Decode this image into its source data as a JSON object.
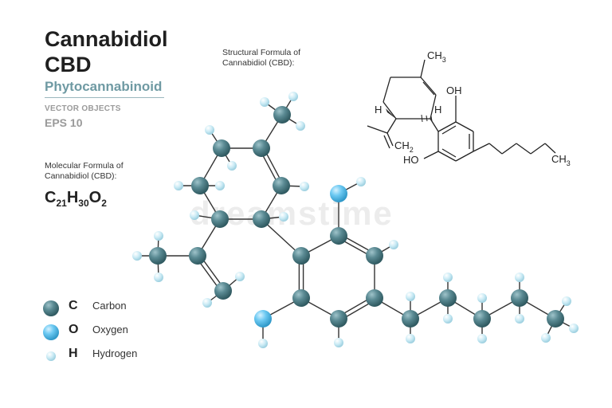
{
  "header": {
    "title_line1": "Cannabidiol",
    "title_line2": "CBD",
    "subtitle": "Phytocannabinoid",
    "vector_objects": "VECTOR OBJECTS",
    "eps": "EPS 10"
  },
  "molecular_formula": {
    "label_line1": "Molecular Formula of",
    "label_line2": "Cannabidiol (CBD):",
    "c": "C",
    "c_count": "21",
    "h": "H",
    "h_count": "30",
    "o": "O",
    "o_count": "2"
  },
  "structural_formula": {
    "label_line1": "Structural  Formula of",
    "label_line2": "Cannabidiol (CBD):",
    "ch3_top": "CH",
    "ch3_top_sub": "3",
    "h_left": "H",
    "h_right": "H",
    "oh_top": "OH",
    "ch2": "CH",
    "ch2_sub": "2",
    "ho_bottom": "HO",
    "ch3_tail": "CH",
    "ch3_tail_sub": "3"
  },
  "legend": [
    {
      "symbol": "C",
      "name": "Carbon",
      "color": "#4e7d86"
    },
    {
      "symbol": "O",
      "name": "Oxygen",
      "color": "#5ec3ee"
    },
    {
      "symbol": "H",
      "name": "Hydrogen",
      "color": "#c4e8f3"
    }
  ],
  "watermark": "dreamstime",
  "colors": {
    "carbon": "#4e7d86",
    "oxygen": "#5ec3ee",
    "hydrogen": "#c4e8f3",
    "bond": "#333333",
    "accent": "#6f9aa3"
  }
}
